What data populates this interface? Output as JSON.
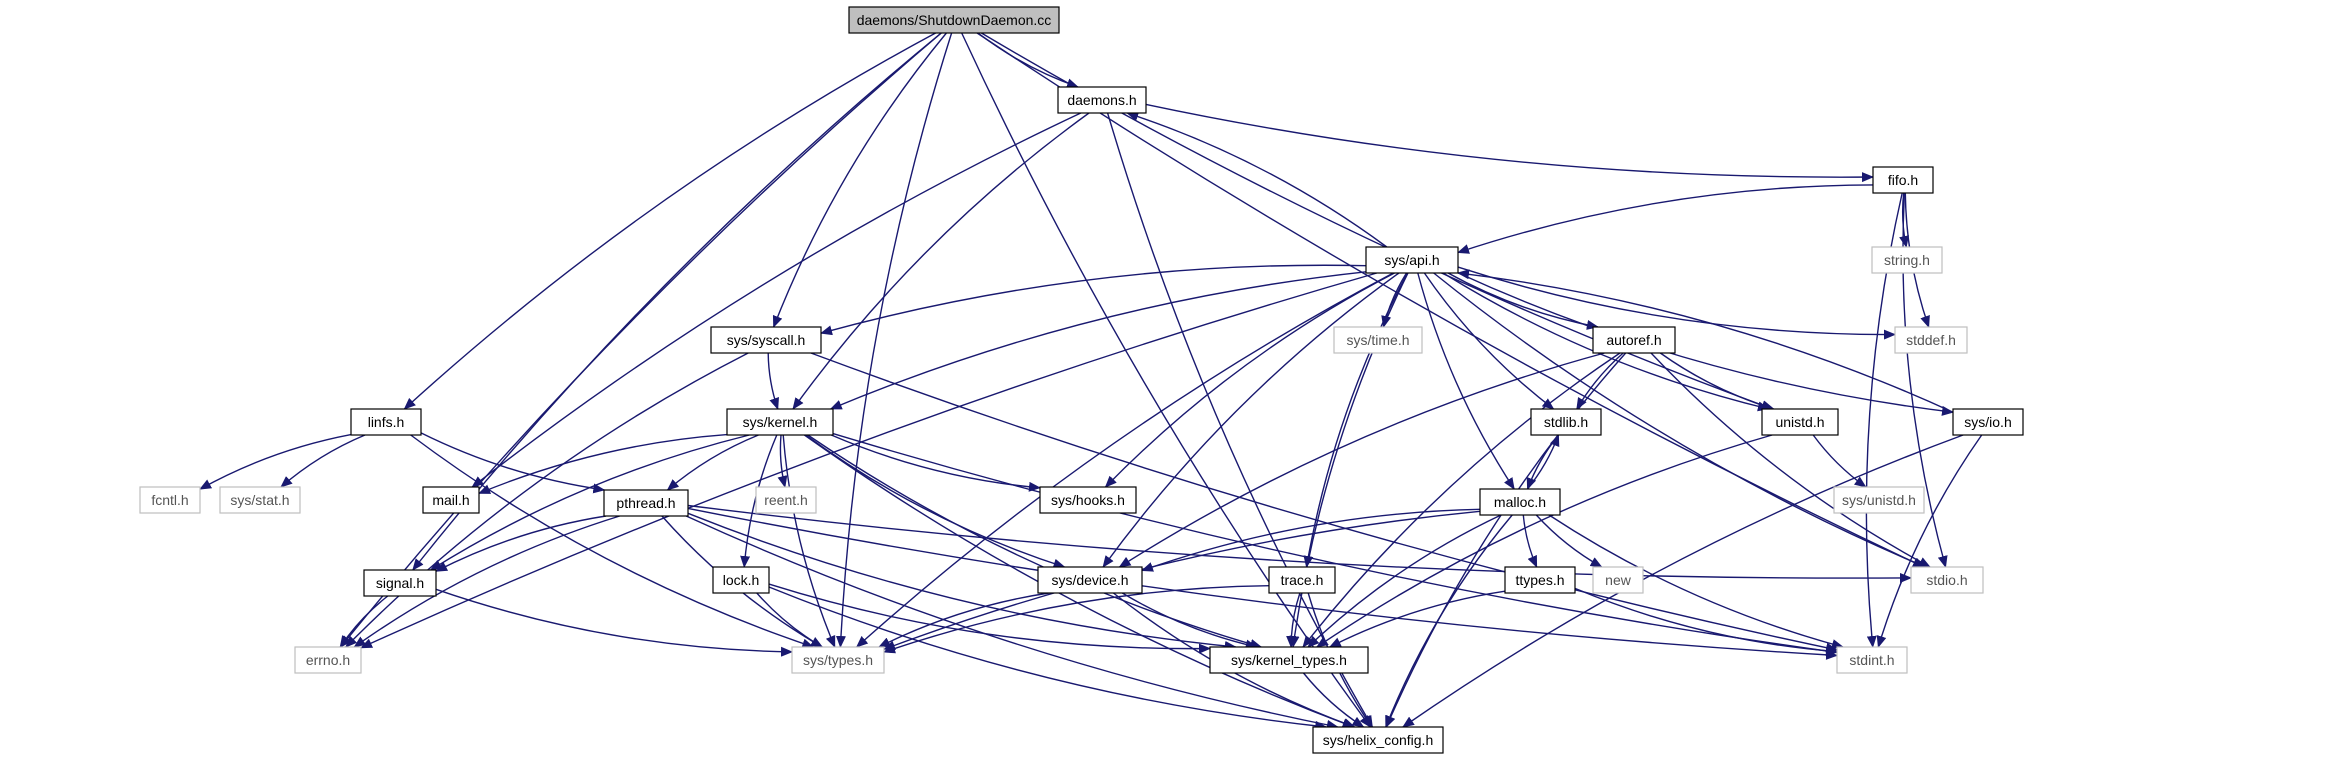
{
  "graph": {
    "nodes": [
      {
        "id": "root",
        "label": "daemons/ShutdownDaemon.cc",
        "style": "root"
      },
      {
        "id": "daemons",
        "label": "daemons.h",
        "style": "local"
      },
      {
        "id": "fifo",
        "label": "fifo.h",
        "style": "local"
      },
      {
        "id": "string",
        "label": "string.h",
        "style": "system"
      },
      {
        "id": "sysapi",
        "label": "sys/api.h",
        "style": "local"
      },
      {
        "id": "systime",
        "label": "sys/time.h",
        "style": "system"
      },
      {
        "id": "stddef",
        "label": "stddef.h",
        "style": "system"
      },
      {
        "id": "syssyscall",
        "label": "sys/syscall.h",
        "style": "local"
      },
      {
        "id": "autoref",
        "label": "autoref.h",
        "style": "local"
      },
      {
        "id": "linfs",
        "label": "linfs.h",
        "style": "local"
      },
      {
        "id": "syskernel",
        "label": "sys/kernel.h",
        "style": "local"
      },
      {
        "id": "stdlib",
        "label": "stdlib.h",
        "style": "local"
      },
      {
        "id": "unistd",
        "label": "unistd.h",
        "style": "local"
      },
      {
        "id": "sysio",
        "label": "sys/io.h",
        "style": "local"
      },
      {
        "id": "fcntl",
        "label": "fcntl.h",
        "style": "system"
      },
      {
        "id": "sysstat",
        "label": "sys/stat.h",
        "style": "system"
      },
      {
        "id": "mail",
        "label": "mail.h",
        "style": "local"
      },
      {
        "id": "pthread",
        "label": "pthread.h",
        "style": "local"
      },
      {
        "id": "reent",
        "label": "reent.h",
        "style": "system"
      },
      {
        "id": "syshooks",
        "label": "sys/hooks.h",
        "style": "local"
      },
      {
        "id": "sysunistd",
        "label": "sys/unistd.h",
        "style": "system"
      },
      {
        "id": "malloc",
        "label": "malloc.h",
        "style": "local"
      },
      {
        "id": "signal",
        "label": "signal.h",
        "style": "local"
      },
      {
        "id": "lock",
        "label": "lock.h",
        "style": "local"
      },
      {
        "id": "sysdevice",
        "label": "sys/device.h",
        "style": "local"
      },
      {
        "id": "trace",
        "label": "trace.h",
        "style": "local"
      },
      {
        "id": "ttypes",
        "label": "ttypes.h",
        "style": "local"
      },
      {
        "id": "new",
        "label": "new",
        "style": "system"
      },
      {
        "id": "stdio",
        "label": "stdio.h",
        "style": "system"
      },
      {
        "id": "errno",
        "label": "errno.h",
        "style": "system"
      },
      {
        "id": "systypes",
        "label": "sys/types.h",
        "style": "system"
      },
      {
        "id": "syskerneltypes",
        "label": "sys/kernel_types.h",
        "style": "local"
      },
      {
        "id": "stdint",
        "label": "stdint.h",
        "style": "system"
      },
      {
        "id": "syshelixconfig",
        "label": "sys/helix_config.h",
        "style": "local"
      }
    ],
    "edges": [
      [
        "root",
        "daemons"
      ],
      [
        "root",
        "syssyscall"
      ],
      [
        "root",
        "linfs"
      ],
      [
        "root",
        "signal"
      ],
      [
        "root",
        "errno"
      ],
      [
        "root",
        "systypes"
      ],
      [
        "root",
        "unistd"
      ],
      [
        "root",
        "stdio"
      ],
      [
        "root",
        "syshelixconfig"
      ],
      [
        "daemons",
        "fifo"
      ],
      [
        "daemons",
        "mail"
      ],
      [
        "daemons",
        "syskernel"
      ],
      [
        "daemons",
        "syshelixconfig"
      ],
      [
        "fifo",
        "sysapi"
      ],
      [
        "fifo",
        "string"
      ],
      [
        "fifo",
        "stddef"
      ],
      [
        "fifo",
        "stdio"
      ],
      [
        "fifo",
        "stdint"
      ],
      [
        "sysapi",
        "daemons"
      ],
      [
        "sysapi",
        "systime"
      ],
      [
        "sysapi",
        "stddef"
      ],
      [
        "sysapi",
        "syssyscall"
      ],
      [
        "sysapi",
        "autoref"
      ],
      [
        "sysapi",
        "syskernel"
      ],
      [
        "sysapi",
        "stdlib"
      ],
      [
        "sysapi",
        "unistd"
      ],
      [
        "sysapi",
        "sysio"
      ],
      [
        "sysapi",
        "syshooks"
      ],
      [
        "sysapi",
        "malloc"
      ],
      [
        "sysapi",
        "sysdevice"
      ],
      [
        "sysapi",
        "trace"
      ],
      [
        "sysapi",
        "syskerneltypes"
      ],
      [
        "sysapi",
        "systypes"
      ],
      [
        "sysapi",
        "errno"
      ],
      [
        "sysapi",
        "stdio"
      ],
      [
        "syssyscall",
        "syskernel"
      ],
      [
        "syssyscall",
        "errno"
      ],
      [
        "syssyscall",
        "stdint"
      ],
      [
        "autoref",
        "stdlib"
      ],
      [
        "autoref",
        "unistd"
      ],
      [
        "autoref",
        "sysdevice"
      ],
      [
        "autoref",
        "syskerneltypes"
      ],
      [
        "autoref",
        "stdio"
      ],
      [
        "autoref",
        "syshelixconfig"
      ],
      [
        "linfs",
        "fcntl"
      ],
      [
        "linfs",
        "sysstat"
      ],
      [
        "linfs",
        "pthread"
      ],
      [
        "linfs",
        "systypes"
      ],
      [
        "syskernel",
        "mail"
      ],
      [
        "syskernel",
        "pthread"
      ],
      [
        "syskernel",
        "reent"
      ],
      [
        "syskernel",
        "syshooks"
      ],
      [
        "syskernel",
        "signal"
      ],
      [
        "syskernel",
        "lock"
      ],
      [
        "syskernel",
        "sysdevice"
      ],
      [
        "syskernel",
        "systypes"
      ],
      [
        "syskernel",
        "syskerneltypes"
      ],
      [
        "syskernel",
        "stdint"
      ],
      [
        "syskernel",
        "syshelixconfig"
      ],
      [
        "stdlib",
        "malloc"
      ],
      [
        "unistd",
        "sysunistd"
      ],
      [
        "unistd",
        "syskerneltypes"
      ],
      [
        "sysio",
        "sysapi"
      ],
      [
        "sysio",
        "stdint"
      ],
      [
        "sysio",
        "syshelixconfig"
      ],
      [
        "pthread",
        "signal"
      ],
      [
        "pthread",
        "errno"
      ],
      [
        "pthread",
        "systypes"
      ],
      [
        "pthread",
        "syskerneltypes"
      ],
      [
        "pthread",
        "syshelixconfig"
      ],
      [
        "pthread",
        "stdio"
      ],
      [
        "pthread",
        "stdint"
      ],
      [
        "malloc",
        "stdlib"
      ],
      [
        "malloc",
        "new"
      ],
      [
        "malloc",
        "ttypes"
      ],
      [
        "malloc",
        "sysdevice"
      ],
      [
        "malloc",
        "syskerneltypes"
      ],
      [
        "malloc",
        "systypes"
      ],
      [
        "malloc",
        "stdint"
      ],
      [
        "malloc",
        "syshelixconfig"
      ],
      [
        "signal",
        "errno"
      ],
      [
        "signal",
        "systypes"
      ],
      [
        "lock",
        "systypes"
      ],
      [
        "lock",
        "syskerneltypes"
      ],
      [
        "lock",
        "syshelixconfig"
      ],
      [
        "sysdevice",
        "systypes"
      ],
      [
        "sysdevice",
        "syskerneltypes"
      ],
      [
        "sysdevice",
        "syshelixconfig"
      ],
      [
        "trace",
        "systypes"
      ],
      [
        "trace",
        "syskerneltypes"
      ],
      [
        "trace",
        "syshelixconfig"
      ],
      [
        "ttypes",
        "syskerneltypes"
      ],
      [
        "ttypes",
        "stdint"
      ],
      [
        "syskerneltypes",
        "syshelixconfig"
      ]
    ]
  },
  "colors": {
    "edge": "#191970",
    "root_fill": "#bfbfbf",
    "local_border": "#000000",
    "system_border": "#bfbfbf",
    "text_local": "#000000",
    "text_system": "#555555"
  }
}
